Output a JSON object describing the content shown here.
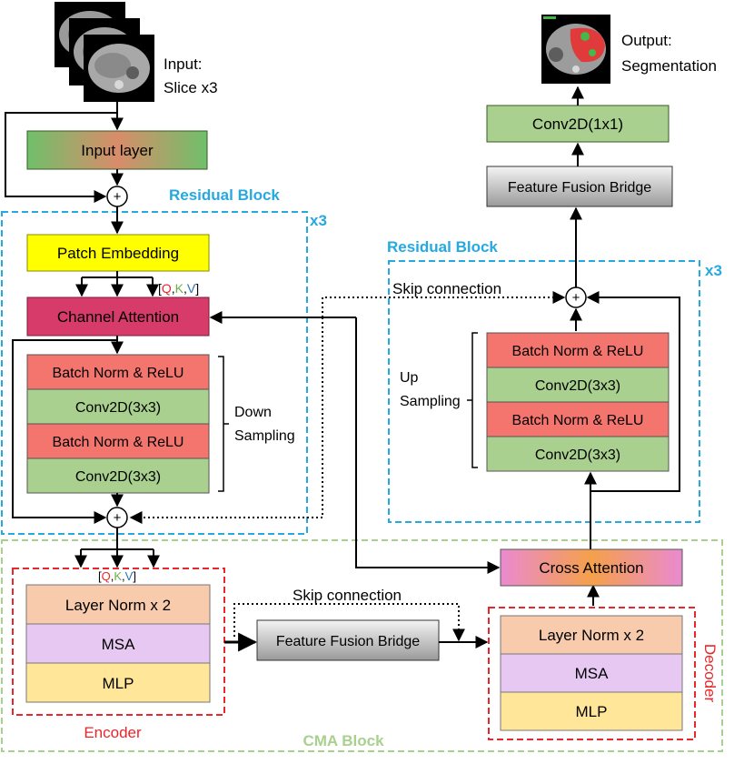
{
  "input": {
    "label_line1": "Input:",
    "label_line2": "Slice x3",
    "image_icon": "ct-scan-slice-stack"
  },
  "output": {
    "label_line1": "Output:",
    "label_line2": "Segmentation",
    "image_icon": "segmented-ct-slice"
  },
  "encoder_path": {
    "input_layer": "Input layer",
    "residual_block_title": "Residual Block",
    "repeat": "x3",
    "patch_embedding": "Patch Embedding",
    "qkv": {
      "open": "[",
      "q": "Q",
      "k": "K",
      "v": "V",
      "comma": ",",
      "close": "]"
    },
    "channel_attention": "Channel Attention",
    "down_blocks": [
      "Batch Norm & ReLU",
      "Conv2D(3x3)",
      "Batch Norm & ReLU",
      "Conv2D(3x3)"
    ],
    "down_sampling_line1": "Down",
    "down_sampling_line2": "Sampling"
  },
  "decoder_path": {
    "conv1x1": "Conv2D(1x1)",
    "feature_fusion_bridge": "Feature Fusion Bridge",
    "residual_block_title": "Residual Block",
    "repeat": "x3",
    "skip_connection": "Skip connection",
    "up_blocks": [
      "Batch Norm & ReLU",
      "Conv2D(3x3)",
      "Batch Norm & ReLU",
      "Conv2D(3x3)"
    ],
    "up_sampling_line1": "Up",
    "up_sampling_line2": "Sampling"
  },
  "cma_block": {
    "title": "CMA Block",
    "cross_attention": "Cross Attention",
    "skip_connection": "Skip connection",
    "feature_fusion_bridge": "Feature Fusion Bridge",
    "encoder": {
      "title": "Encoder",
      "layers": [
        "Layer Norm x 2",
        "MSA",
        "MLP"
      ]
    },
    "decoder": {
      "title": "Decoder",
      "layers": [
        "Layer Norm x 2",
        "MSA",
        "MLP"
      ]
    }
  },
  "plus_symbol": "+",
  "colors": {
    "cyan_dashed": "#26a9e0",
    "green_dashed": "#a9d08e",
    "red_dashed": "#e8262b",
    "bn_relu": "#f4756e",
    "conv": "#a9d08e",
    "patch_embedding": "#ffff00",
    "channel_attention": "#d63b6a",
    "layer_norm": "#f8cbad",
    "msa": "#e6c8f3",
    "mlp": "#ffe699",
    "q_color": "#e8262b",
    "k_color": "#70ad47",
    "v_color": "#2e75b6"
  }
}
